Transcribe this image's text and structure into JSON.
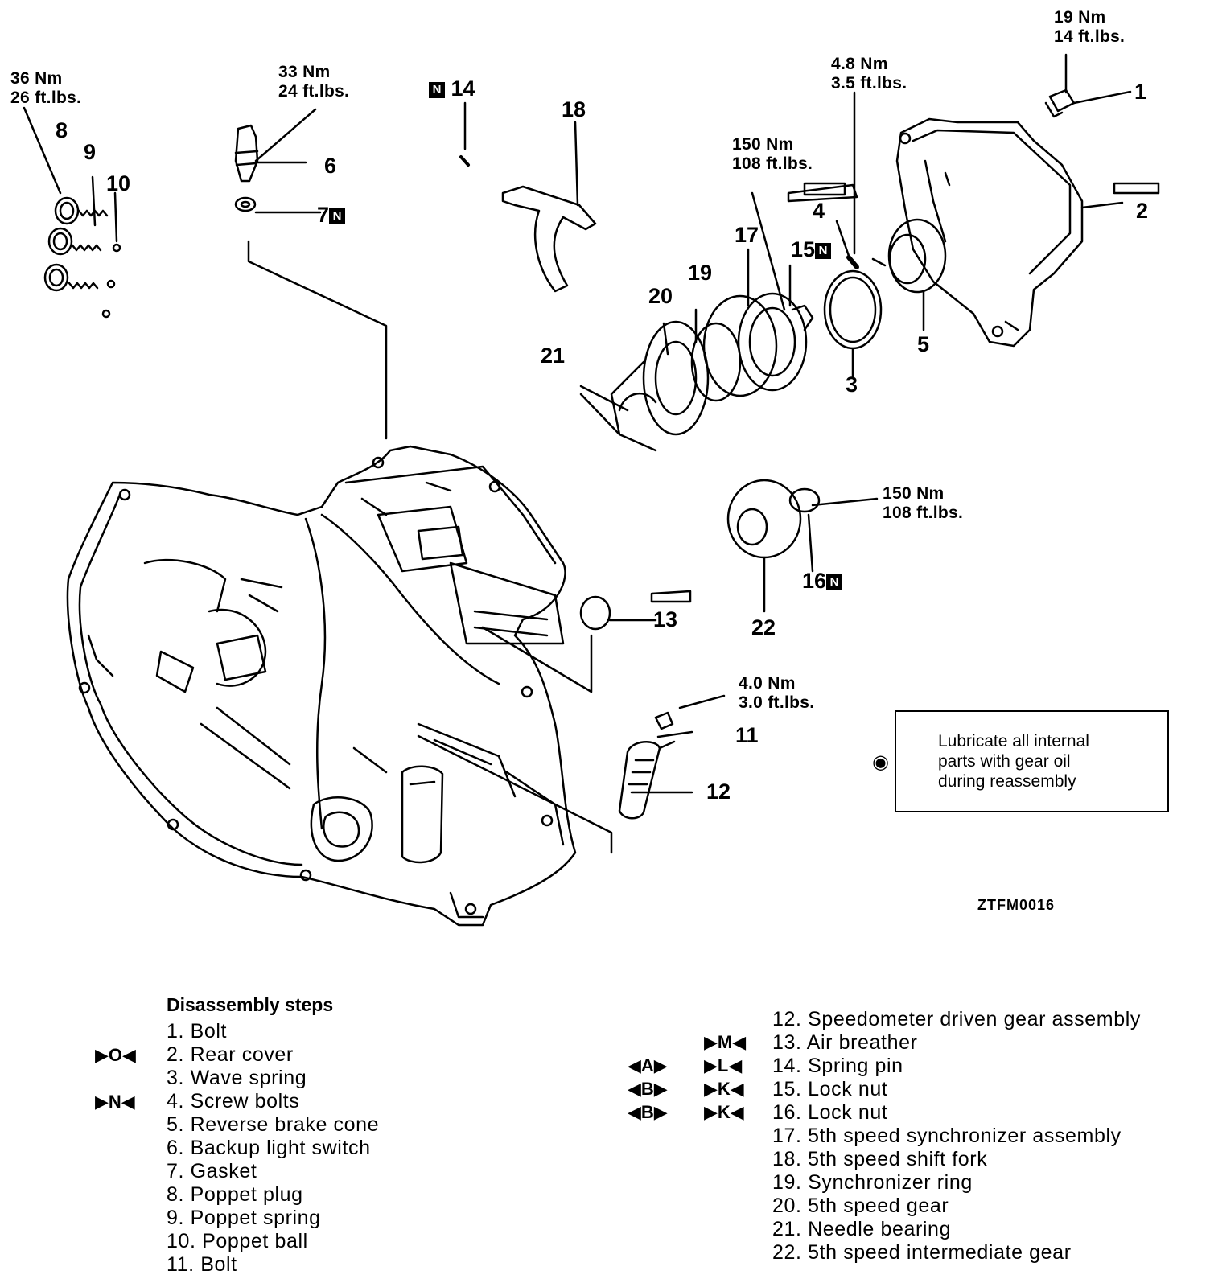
{
  "torque_labels": {
    "t_8": [
      "36 Nm",
      "26 ft.lbs."
    ],
    "t_6": [
      "33 Nm",
      "24 ft.lbs."
    ],
    "t_1": [
      "19 Nm",
      "14 ft.lbs."
    ],
    "t_4": [
      "4.8 Nm",
      "3.5 ft.lbs."
    ],
    "t_15": [
      "150 Nm",
      "108 ft.lbs."
    ],
    "t_16": [
      "150 Nm",
      "108 ft.lbs."
    ],
    "t_11": [
      "4.0 Nm",
      "3.0 ft.lbs."
    ]
  },
  "callouts": {
    "c1": "1",
    "c2": "2",
    "c3": "3",
    "c4": "4",
    "c5": "5",
    "c6": "6",
    "c7": "7",
    "c8": "8",
    "c9": "9",
    "c10": "10",
    "c11": "11",
    "c12": "12",
    "c13": "13",
    "c14": "14",
    "c15": "15",
    "c16": "16",
    "c17": "17",
    "c18": "18",
    "c19": "19",
    "c20": "20",
    "c21": "21",
    "c22": "22"
  },
  "new_part_marker": "N",
  "figure_id": "ZTFM0016",
  "note": {
    "icon": "oil-can-icon",
    "lines": [
      "Lubricate all internal",
      "parts with gear oil",
      "during reassembly"
    ]
  },
  "steps": {
    "heading": "Disassembly steps",
    "left": [
      "1. Bolt",
      "2. Rear cover",
      "3. Wave spring",
      "4. Screw bolts",
      "5. Reverse brake cone",
      "6. Backup light switch",
      "7. Gasket",
      "8. Poppet plug",
      "9. Poppet spring",
      "10. Poppet ball",
      "11. Bolt"
    ],
    "right": [
      "12. Speedometer driven gear assembly",
      "13. Air breather",
      "14. Spring pin",
      "15. Lock nut",
      "16. Lock nut",
      "17. 5th speed synchronizer assembly",
      "18. 5th speed shift fork",
      "19. Synchronizer ring",
      "20. 5th speed gear",
      "21. Needle bearing",
      "22. 5th speed intermediate gear"
    ],
    "markers": {
      "m2": "▶O◀",
      "m4": "▶N◀",
      "m13": "▶M◀",
      "m14a": "◀A▶",
      "m14b": "▶L◀",
      "m15a": "◀B▶",
      "m15b": "▶K◀",
      "m16a": "◀B▶",
      "m16b": "▶K◀"
    }
  }
}
